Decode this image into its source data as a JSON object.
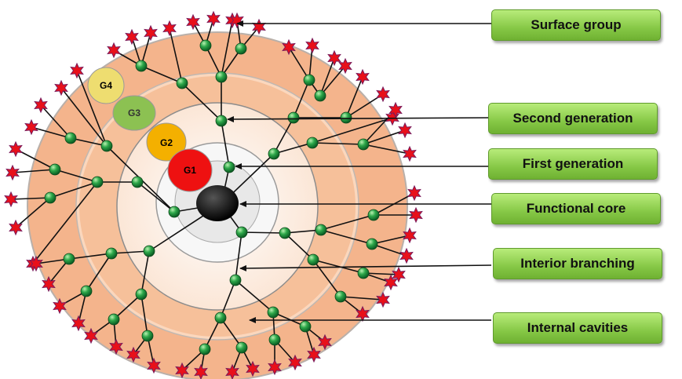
{
  "labels": {
    "surface_group": "Surface group",
    "second_generation": "Second generation",
    "first_generation": "First generation",
    "functional_core": "Functional core",
    "interior_branching": "Interior branching",
    "internal_cavities": "Internal cavities"
  },
  "generations": {
    "g1": "G1",
    "g2": "G2",
    "g3": "G3",
    "g4": "G4"
  },
  "colors": {
    "g1": "#ee1111",
    "g2": "#f4b000",
    "g3": "#8cc152",
    "g4": "#eedd70",
    "node": "#2ea84a",
    "surface_group": "#e8101a",
    "callout": "#86c846",
    "shell": "#f4b48c"
  }
}
